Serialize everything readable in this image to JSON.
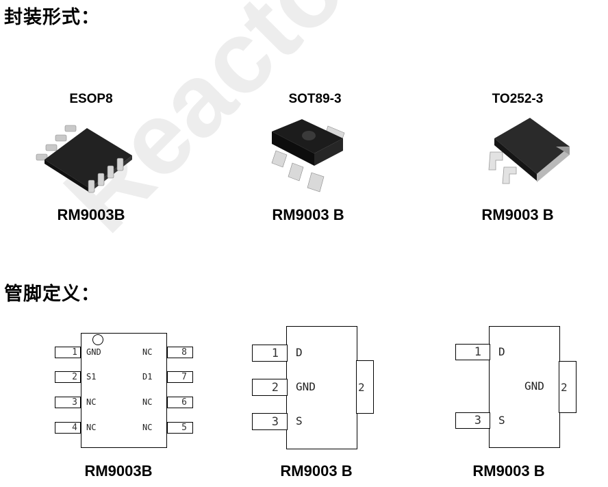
{
  "headings": {
    "package": "封装形式：",
    "pinout": "管脚定义："
  },
  "packages": [
    {
      "name": "ESOP8",
      "part": "RM9003B"
    },
    {
      "name": "SOT89-3",
      "part": "RM9003 B"
    },
    {
      "name": "TO252-3",
      "part": "RM9003 B"
    }
  ],
  "esop8": {
    "left_pins": [
      {
        "num": "1",
        "label": "GND"
      },
      {
        "num": "2",
        "label": "S1"
      },
      {
        "num": "3",
        "label": "NC"
      },
      {
        "num": "4",
        "label": "NC"
      }
    ],
    "right_pins": [
      {
        "num": "8",
        "label": "NC"
      },
      {
        "num": "7",
        "label": "D1"
      },
      {
        "num": "6",
        "label": "NC"
      },
      {
        "num": "5",
        "label": "NC"
      }
    ]
  },
  "sot89": {
    "pins": [
      {
        "num": "1",
        "label": "D"
      },
      {
        "num": "2",
        "label": "GND"
      },
      {
        "num": "3",
        "label": "S"
      }
    ],
    "tab_num": "2"
  },
  "to252": {
    "pins": [
      {
        "num": "1",
        "label": "D"
      },
      {
        "num": "3",
        "label": "S"
      }
    ],
    "center_label": "GND",
    "tab_num": "2"
  },
  "pinout_parts": [
    "RM9003B",
    "RM9003 B",
    "RM9003 B"
  ],
  "watermark": "Reactor-mi",
  "colors": {
    "chip_body": "#1a1a1a",
    "lead": "#c8c8c8",
    "watermark": "rgba(0,0,0,0.07)"
  }
}
